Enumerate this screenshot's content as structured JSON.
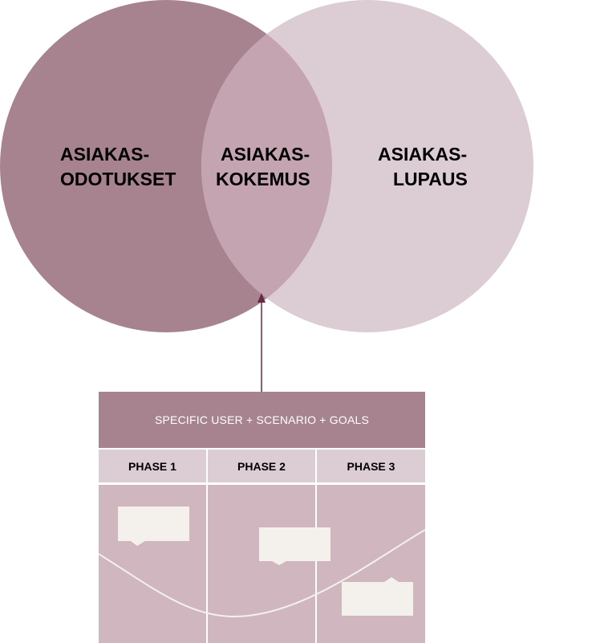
{
  "colors": {
    "circle_left": "#a7828f",
    "circle_right": "#dcccd3",
    "circle_overlap": "#c3a4b0",
    "connector": "#6b2745",
    "header_bg": "#a7828f",
    "phase_bg": "#dcccd3",
    "cell_bg": "#cfb6bf",
    "note_fill": "#f4f1ec",
    "curve": "#f4f1ec"
  },
  "venn": {
    "left_label": [
      "ASIAKAS-",
      "ODOTUKSET"
    ],
    "center_label": [
      "ASIAKAS-",
      "KOKEMUS"
    ],
    "right_label": [
      "ASIAKAS-",
      "LUPAUS"
    ]
  },
  "journey": {
    "header": "SPECIFIC USER + SCENARIO + GOALS",
    "phases": [
      "PHASE 1",
      "PHASE 2",
      "PHASE 3"
    ]
  }
}
